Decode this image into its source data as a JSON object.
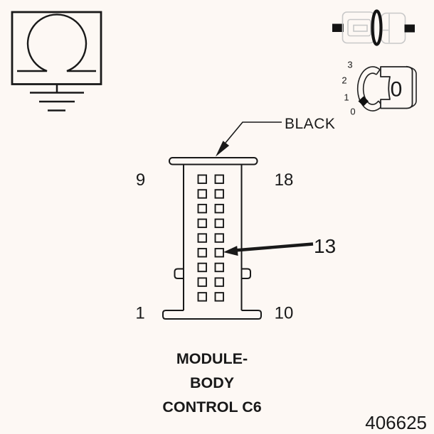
{
  "figure": {
    "number": "406625",
    "connector_color_label": "BLACK",
    "pin_callout": "13",
    "corner_pins": {
      "top_left": "9",
      "top_right": "18",
      "bottom_left": "1",
      "bottom_right": "10"
    },
    "caption_lines": [
      "MODULE-",
      "BODY",
      "CONTROL C6"
    ],
    "connector": {
      "rows": 9,
      "cols": 2,
      "total_pins": 18
    },
    "ignition_dial": {
      "positions": [
        "3",
        "2",
        "1",
        "0"
      ],
      "face_label": "0"
    },
    "icons": {
      "top_left": "ground-resistance-icon",
      "top_right": "inline-connector-icon",
      "mid_right": "ignition-switch-position-icon"
    },
    "colors": {
      "background": "#fdf8f4",
      "line": "#191919",
      "light_outline": "#c8c8c8"
    }
  }
}
